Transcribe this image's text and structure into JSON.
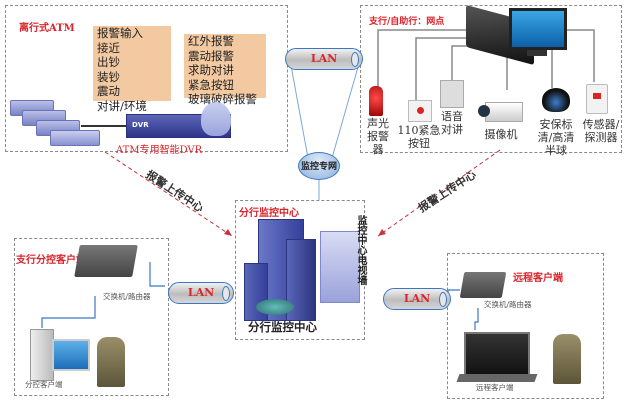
{
  "atm_box": {
    "title": "离行式ATM",
    "list_left": [
      "报警输入",
      "接近",
      "出钞",
      "装钞",
      "震动",
      "对讲/环境"
    ],
    "list_right": [
      "红外报警",
      "震动报警",
      "求助对讲",
      "紧急按钮",
      "玻璃破碎报警"
    ],
    "dvr_label": "DVR",
    "caption": "ATM专用智能DVR"
  },
  "branch_box": {
    "title": "支行/自助行：网点",
    "devices": [
      {
        "icon": "alarm-siren-icon",
        "label": "声光报警器"
      },
      {
        "icon": "emergency-button-icon",
        "label": "110紧急按钮"
      },
      {
        "icon": "intercom-icon",
        "label": "语音对讲"
      },
      {
        "icon": "camera-icon",
        "label": "摄像机"
      },
      {
        "icon": "dome-camera-icon",
        "label": "安保标清/高清半球"
      },
      {
        "icon": "sensor-icon",
        "label": "传感器/探测器"
      }
    ]
  },
  "links": {
    "lan_top": "LAN",
    "lan_left": "LAN",
    "lan_right": "LAN",
    "network_label": "监控专网",
    "upload_left": "报警上传中心",
    "upload_right": "报警上传中心"
  },
  "center_box": {
    "title": "分行监控中心",
    "caption": "分行监控中心",
    "tv_wall": "监控中心电视墙"
  },
  "left_client_box": {
    "title": "支行分控客户端",
    "switch_label": "交换机/路由器",
    "client_label": "分控客户端"
  },
  "right_client_box": {
    "title": "远程客户端",
    "switch_label": "交换机/路由器",
    "client_label": "远程客户端"
  },
  "colors": {
    "title_red": "#d8262c",
    "list_bg": "#f3c9a1",
    "lan_border": "#3b78c4",
    "arrow_red": "#c8323a"
  }
}
